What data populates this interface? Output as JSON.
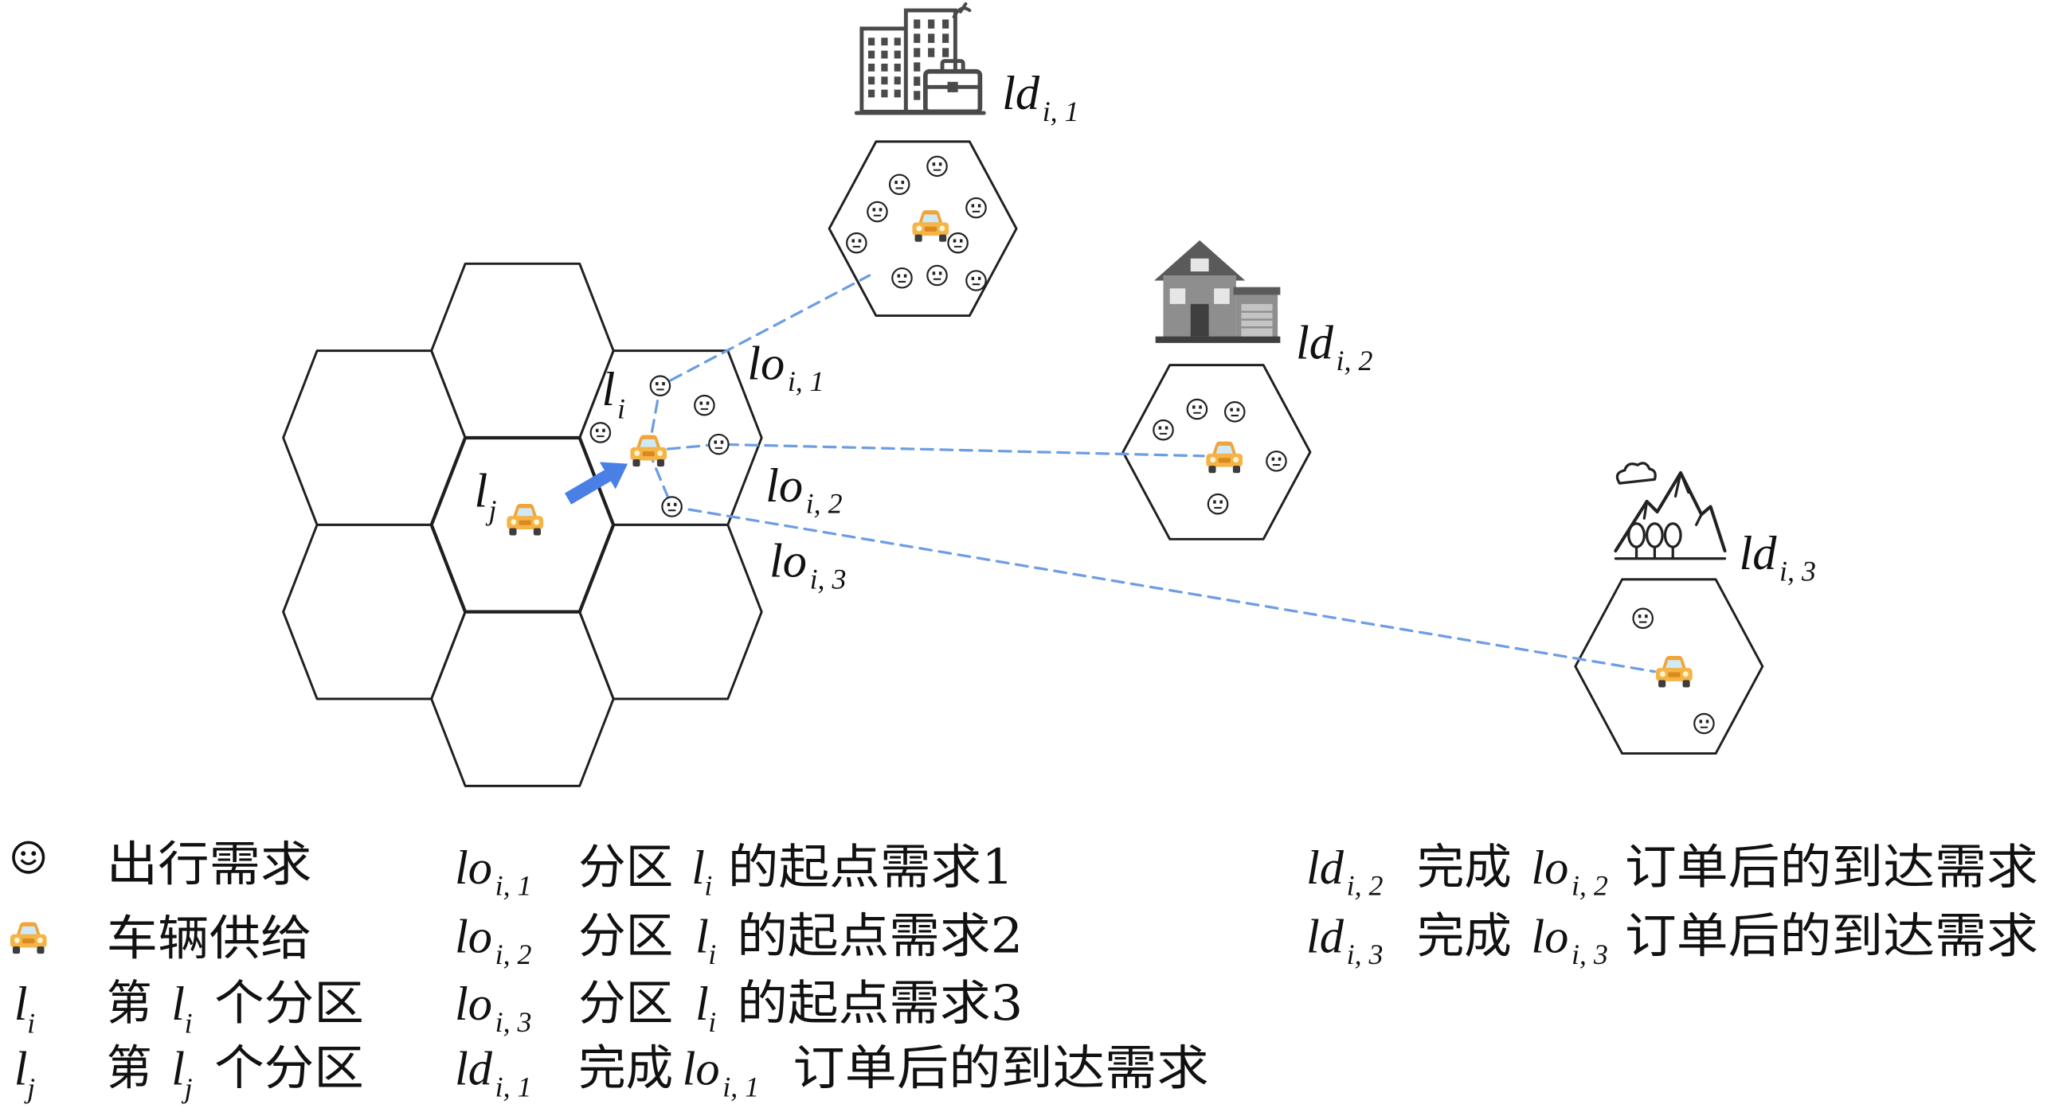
{
  "colors": {
    "link_dashed": "#6d9de3",
    "reposition_arrow": "#4a7fe6",
    "car_body": "#f5b447",
    "hex_stroke": "#1f1f1f"
  },
  "diagram": {
    "zone_i_label": {
      "base": "l",
      "sub": "i"
    },
    "zone_j_label": {
      "base": "l",
      "sub": "j"
    },
    "origin_labels": [
      {
        "base": "lo",
        "sub": "i, 1"
      },
      {
        "base": "lo",
        "sub": "i, 2"
      },
      {
        "base": "lo",
        "sub": "i, 3"
      }
    ],
    "destination_labels": [
      {
        "base": "ld",
        "sub": "i, 1",
        "icon": "office-building-icon"
      },
      {
        "base": "ld",
        "sub": "i, 2",
        "icon": "house-icon"
      },
      {
        "base": "ld",
        "sub": "i, 3",
        "icon": "mountain-forest-icon"
      }
    ]
  },
  "legend": {
    "column1": [
      {
        "icon": "smiley-icon",
        "text": "出行需求"
      },
      {
        "icon": "car-icon",
        "text": "车辆供给"
      },
      {
        "symbol": {
          "base": "l",
          "sub": "i"
        },
        "prefix": "第",
        "var": {
          "base": "l",
          "sub": "i"
        },
        "suffix": "个分区"
      },
      {
        "symbol": {
          "base": "l",
          "sub": "j"
        },
        "prefix": "第",
        "var": {
          "base": "l",
          "sub": "j"
        },
        "suffix": "个分区"
      }
    ],
    "column2": [
      {
        "symbol": {
          "base": "lo",
          "sub": "i, 1"
        },
        "prefix": "分区",
        "var": {
          "base": "l",
          "sub": "i"
        },
        "suffix": "的起点需求1"
      },
      {
        "symbol": {
          "base": "lo",
          "sub": "i, 2"
        },
        "prefix": "分区",
        "var": {
          "base": "l",
          "sub": "i"
        },
        "suffix": "的起点需求2"
      },
      {
        "symbol": {
          "base": "lo",
          "sub": "i, 3"
        },
        "prefix": "分区",
        "var": {
          "base": "l",
          "sub": "i"
        },
        "suffix": "的起点需求3"
      },
      {
        "symbol": {
          "base": "ld",
          "sub": "i, 1"
        },
        "prefix": "完成",
        "var": {
          "base": "lo",
          "sub": "i, 1"
        },
        "suffix": "订单后的到达需求"
      }
    ],
    "column3": [
      {
        "symbol": {
          "base": "ld",
          "sub": "i, 2"
        },
        "prefix": "完成",
        "var": {
          "base": "lo",
          "sub": "i, 2"
        },
        "suffix": "订单后的到达需求"
      },
      {
        "symbol": {
          "base": "ld",
          "sub": "i, 3"
        },
        "prefix": "完成",
        "var": {
          "base": "lo",
          "sub": "i, 3"
        },
        "suffix": "订单后的到达需求"
      }
    ]
  }
}
